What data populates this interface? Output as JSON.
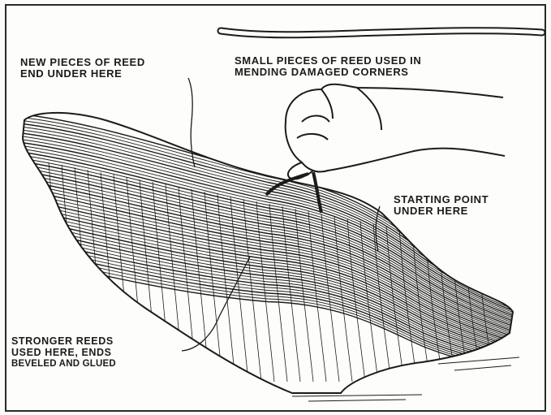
{
  "labels": {
    "new_pieces": [
      "NEW PIECES OF REED",
      "END UNDER HERE"
    ],
    "small_pieces": [
      "SMALL PIECES OF REED USED IN",
      "MENDING DAMAGED CORNERS"
    ],
    "starting_point": [
      "STARTING POINT",
      "UNDER HERE"
    ],
    "stronger_reeds": [
      "STRONGER REEDS",
      "USED HERE, ENDS",
      "BEVELED AND GLUED"
    ]
  },
  "colors": {
    "ink": "#1b1b1b",
    "paper": "#fdfdfb"
  }
}
